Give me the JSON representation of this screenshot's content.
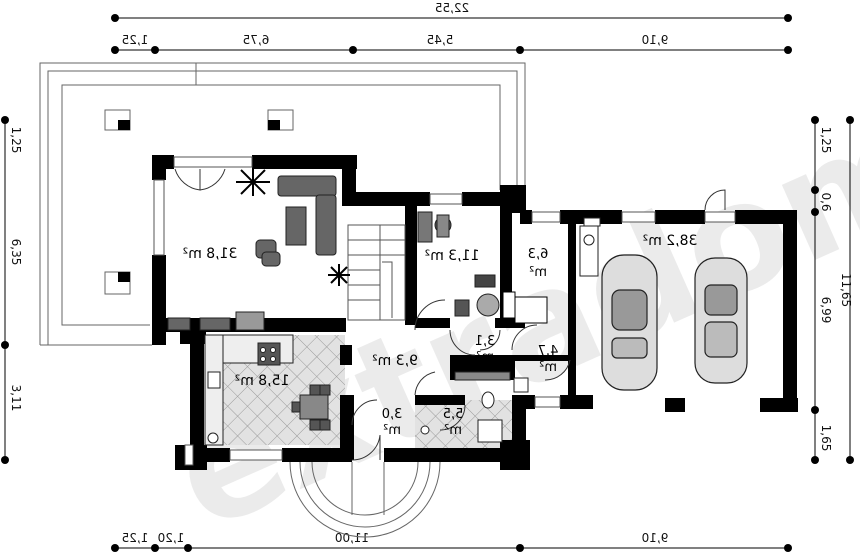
{
  "watermark": "extradom",
  "dimensions": {
    "top_total": "22,55",
    "top_segments": [
      "1,25",
      "6,75",
      "5,45",
      "9,10"
    ],
    "bottom_segments": [
      "1,25",
      "1,20",
      "11,00",
      "9,10"
    ],
    "left_segments": [
      "1,25",
      "6,35",
      "3,11"
    ],
    "right_segments": [
      "1,25",
      "0,6",
      "6,99",
      "1,65"
    ],
    "right_total": "11,65"
  },
  "rooms": {
    "living": "31,8",
    "office": "11,3",
    "garage": "38,2",
    "kitchen": "15,8",
    "hall": "9,3",
    "boiler": "6,3",
    "closet": "3,1",
    "utility": "4,7",
    "wc": "3,0",
    "bathroom": "5,5"
  },
  "units": {
    "area": "m²"
  }
}
